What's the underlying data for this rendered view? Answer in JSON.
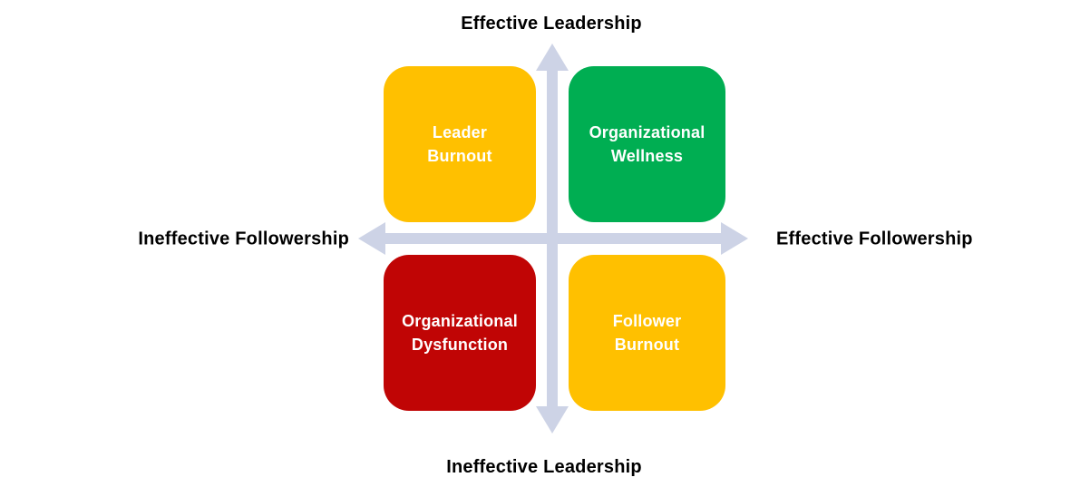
{
  "axes": {
    "top": "Effective Leadership",
    "bottom": "Ineffective Leadership",
    "left": "Ineffective Followership",
    "right": "Effective Followership"
  },
  "quadrants": {
    "top_left": {
      "label": "Leader\nBurnout",
      "color": "#FFC000",
      "text_color": "#FFFFFF"
    },
    "top_right": {
      "label": "Organizational\nWellness",
      "color": "#00AE52",
      "text_color": "#FFFFFF"
    },
    "bottom_left": {
      "label": "Organizational\nDysfunction",
      "color": "#C00505",
      "text_color": "#FFFFFF"
    },
    "bottom_right": {
      "label": "Follower\nBurnout",
      "color": "#FFC000",
      "text_color": "#FFFFFF"
    }
  },
  "colors": {
    "background": "#FFFFFF",
    "axis_arrow": "#CDD3E6",
    "axis_label_text": "#000000"
  }
}
